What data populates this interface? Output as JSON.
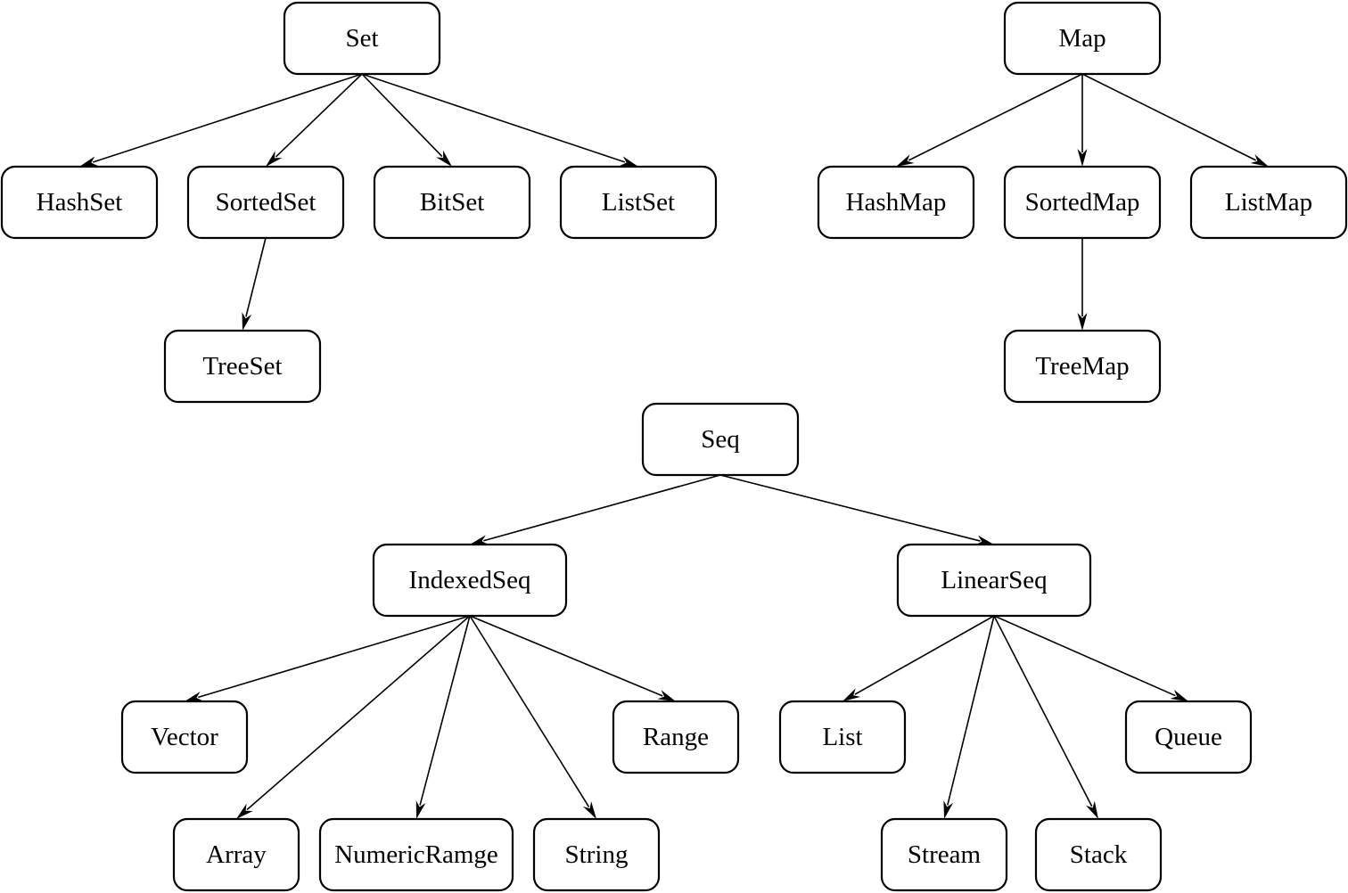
{
  "nodes": [
    {
      "id": "set",
      "label": "Set"
    },
    {
      "id": "hashset",
      "label": "HashSet"
    },
    {
      "id": "sortedset",
      "label": "SortedSet"
    },
    {
      "id": "bitset",
      "label": "BitSet"
    },
    {
      "id": "listset",
      "label": "ListSet"
    },
    {
      "id": "treeset",
      "label": "TreeSet"
    },
    {
      "id": "map",
      "label": "Map"
    },
    {
      "id": "hashmap",
      "label": "HashMap"
    },
    {
      "id": "sortedmap",
      "label": "SortedMap"
    },
    {
      "id": "listmap",
      "label": "ListMap"
    },
    {
      "id": "treemap",
      "label": "TreeMap"
    },
    {
      "id": "seq",
      "label": "Seq"
    },
    {
      "id": "indexedseq",
      "label": "IndexedSeq"
    },
    {
      "id": "linearseq",
      "label": "LinearSeq"
    },
    {
      "id": "vector",
      "label": "Vector"
    },
    {
      "id": "range",
      "label": "Range"
    },
    {
      "id": "array",
      "label": "Array"
    },
    {
      "id": "numericrange",
      "label": "NumericRamge"
    },
    {
      "id": "string",
      "label": "String"
    },
    {
      "id": "list",
      "label": "List"
    },
    {
      "id": "queue",
      "label": "Queue"
    },
    {
      "id": "stream",
      "label": "Stream"
    },
    {
      "id": "stack",
      "label": "Stack"
    }
  ],
  "edges": [
    {
      "from": "set",
      "to": "hashset"
    },
    {
      "from": "set",
      "to": "sortedset"
    },
    {
      "from": "set",
      "to": "bitset"
    },
    {
      "from": "set",
      "to": "listset"
    },
    {
      "from": "sortedset",
      "to": "treeset"
    },
    {
      "from": "map",
      "to": "hashmap"
    },
    {
      "from": "map",
      "to": "sortedmap"
    },
    {
      "from": "map",
      "to": "listmap"
    },
    {
      "from": "sortedmap",
      "to": "treemap"
    },
    {
      "from": "seq",
      "to": "indexedseq"
    },
    {
      "from": "seq",
      "to": "linearseq"
    },
    {
      "from": "indexedseq",
      "to": "vector"
    },
    {
      "from": "indexedseq",
      "to": "array"
    },
    {
      "from": "indexedseq",
      "to": "numericrange"
    },
    {
      "from": "indexedseq",
      "to": "string"
    },
    {
      "from": "indexedseq",
      "to": "range"
    },
    {
      "from": "linearseq",
      "to": "list"
    },
    {
      "from": "linearseq",
      "to": "stream"
    },
    {
      "from": "linearseq",
      "to": "stack"
    },
    {
      "from": "linearseq",
      "to": "queue"
    }
  ]
}
